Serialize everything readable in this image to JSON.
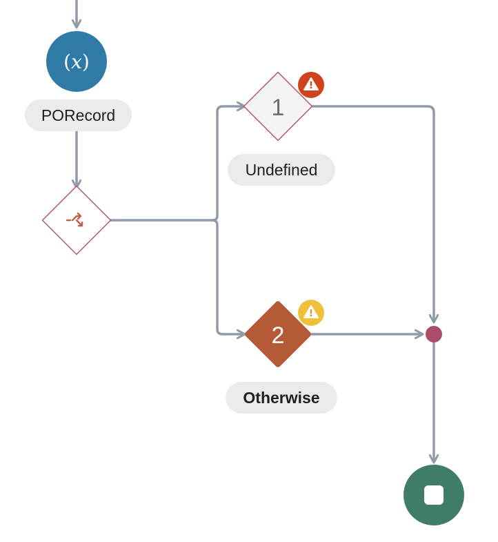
{
  "assignment_node": {
    "icon": "variable-x-icon",
    "symbol": "(𝑥)",
    "label": "PORecord",
    "color": "#2f7aa6"
  },
  "switch_node": {
    "icon": "branch-split-icon",
    "accent": "#c0604a"
  },
  "case_1": {
    "number": "1",
    "label": "Undefined",
    "warning_icon": "error-triangle-icon",
    "warning_color": "#d0421b"
  },
  "case_2": {
    "number": "2",
    "label": "Otherwise",
    "fill": "#b55a37",
    "warning_icon": "warning-triangle-icon",
    "warning_color": "#f0c03a"
  },
  "merge_node": {
    "color": "#a94d68"
  },
  "end_node": {
    "icon": "stop-icon",
    "color": "#3f7e65"
  },
  "connector_color": "#8f9ba8"
}
